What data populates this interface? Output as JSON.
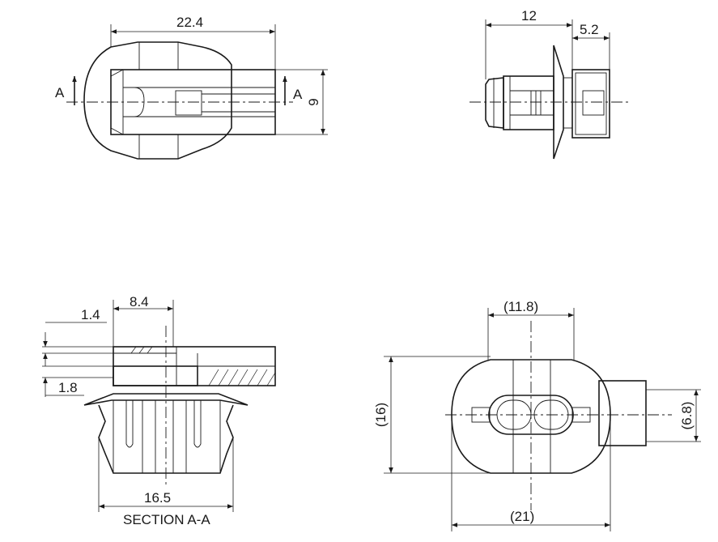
{
  "views": {
    "top": {
      "width_dim": "22.4",
      "height_dim": "9",
      "section_left": "A",
      "section_right": "A"
    },
    "side": {
      "length_dim": "12",
      "head_dim": "5.2"
    },
    "section": {
      "dim_top": "8.4",
      "dim_upper": "1.4",
      "dim_lower": "1.8",
      "dim_bottom": "16.5",
      "caption": "SECTION A-A"
    },
    "end": {
      "dim_top": "(11.8)",
      "dim_left": "(16)",
      "dim_right": "(6.8)",
      "dim_bottom": "(21)"
    }
  }
}
